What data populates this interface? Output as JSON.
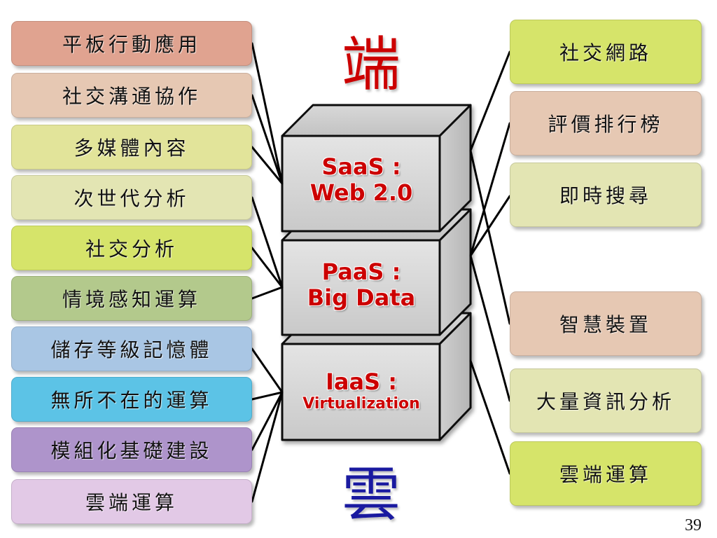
{
  "top_char": "端",
  "bottom_char": "雲",
  "page_number": "39",
  "colors": {
    "top_char": "#cc0000",
    "bottom_char": "#1a1aa0",
    "layer_text": "#cc0000"
  },
  "layers": [
    {
      "name": "SaaS :",
      "sub": "Web 2.0"
    },
    {
      "name": "PaaS :",
      "sub": "Big Data"
    },
    {
      "name": "IaaS :",
      "sub": "Virtualization"
    }
  ],
  "left_items": [
    {
      "label": "平板行動應用",
      "color": "#e0a390"
    },
    {
      "label": "社交溝通協作",
      "color": "#e6c8b3"
    },
    {
      "label": "多媒體內容",
      "color": "#e2e49a"
    },
    {
      "label": "次世代分析",
      "color": "#e3e5b3"
    },
    {
      "label": "社交分析",
      "color": "#d6e46a"
    },
    {
      "label": "情境感知運算",
      "color": "#b3c98c"
    },
    {
      "label": "儲存等級記憶體",
      "color": "#a9c6e4"
    },
    {
      "label": "無所不在的運算",
      "color": "#5cc3e6"
    },
    {
      "label": "模組化基礎建設",
      "color": "#ae94cb"
    },
    {
      "label": "雲端運算",
      "color": "#e2c9e6"
    }
  ],
  "right_items": [
    {
      "label": "社交網路",
      "color": "#d6e46a"
    },
    {
      "label": "評價排行榜",
      "color": "#e6c8b3"
    },
    {
      "label": "即時搜尋",
      "color": "#e3e5b3"
    },
    {
      "label": "智慧裝置",
      "color": "#e6c8b3"
    },
    {
      "label": "大量資訊分析",
      "color": "#e3e5b3"
    },
    {
      "label": "雲端運算",
      "color": "#d6e46a"
    }
  ]
}
